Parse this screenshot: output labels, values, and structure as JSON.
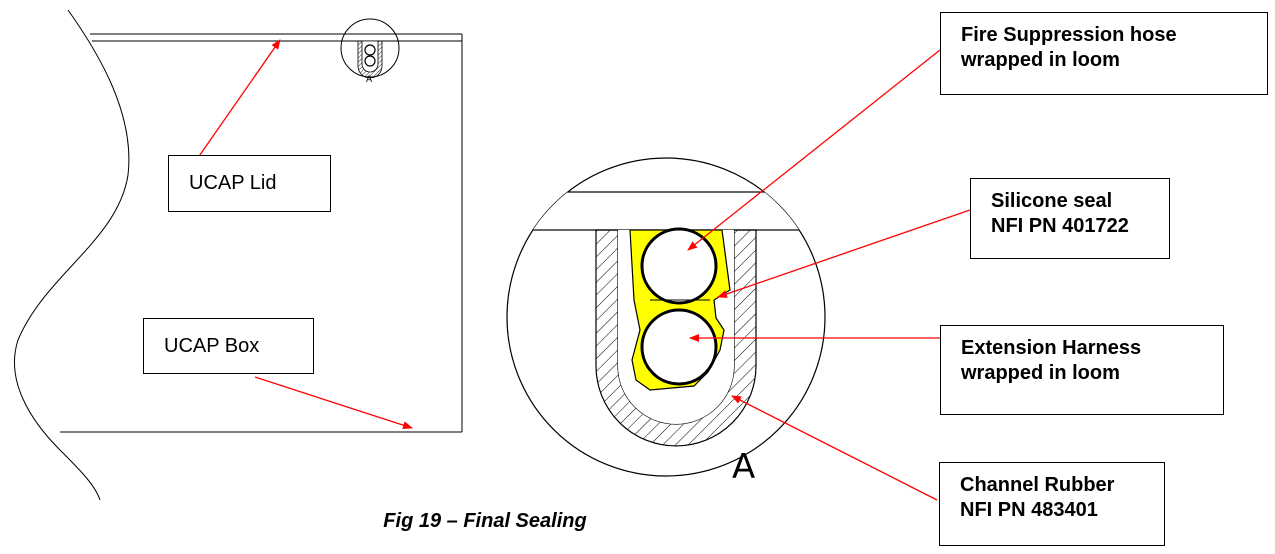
{
  "figure": {
    "caption": "Fig 19 – Final Sealing",
    "detail_label": "A"
  },
  "callouts": {
    "ucap_lid": "UCAP Lid",
    "ucap_box": "UCAP Box",
    "fire_hose": [
      "Fire Suppression hose",
      "wrapped in loom"
    ],
    "silicone_seal": [
      "Silicone seal",
      "NFI PN 401722"
    ],
    "extension_harness": [
      "Extension Harness",
      "wrapped in loom"
    ],
    "channel_rubber": [
      "Channel Rubber",
      "NFI PN 483401"
    ]
  },
  "colors": {
    "arrow": "#ff0000",
    "sealant": "#ffff00",
    "line": "#000000"
  }
}
